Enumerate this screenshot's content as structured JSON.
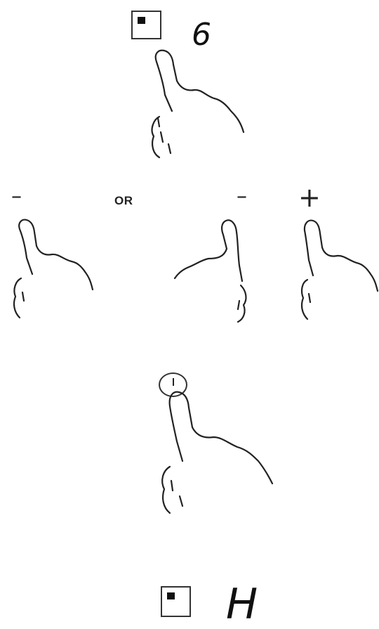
{
  "step1": {
    "icon": "timer-icon",
    "display_value": "6"
  },
  "step2": {
    "minus_left": "–",
    "or_label": "OR",
    "minus_right": "–",
    "plus": "+"
  },
  "step3": {
    "icon": "on-off-icon"
  },
  "step4": {
    "icon": "timer-icon",
    "display_value": "H"
  }
}
